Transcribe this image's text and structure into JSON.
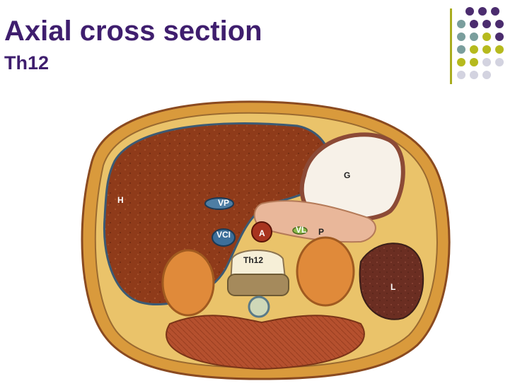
{
  "slide": {
    "title": "Axial cross section",
    "subtitle": "Th12"
  },
  "decoration": {
    "dot_colors": {
      "purple": "#4b2c6e",
      "teal": "#7a9e9d",
      "olive": "#b6ba1e",
      "gray": "#d3d3e0"
    },
    "accent_line_color": "#a9ac1f",
    "title_color": "#3f1e6e"
  },
  "diagram": {
    "labels": {
      "liver": "H",
      "portal_vein": "VP",
      "vena_cava": "VCI",
      "aorta": "A",
      "splenic_vessel": "VL",
      "pancreas": "P",
      "stomach": "G",
      "vertebra": "Th12",
      "spleen": "L"
    }
  }
}
